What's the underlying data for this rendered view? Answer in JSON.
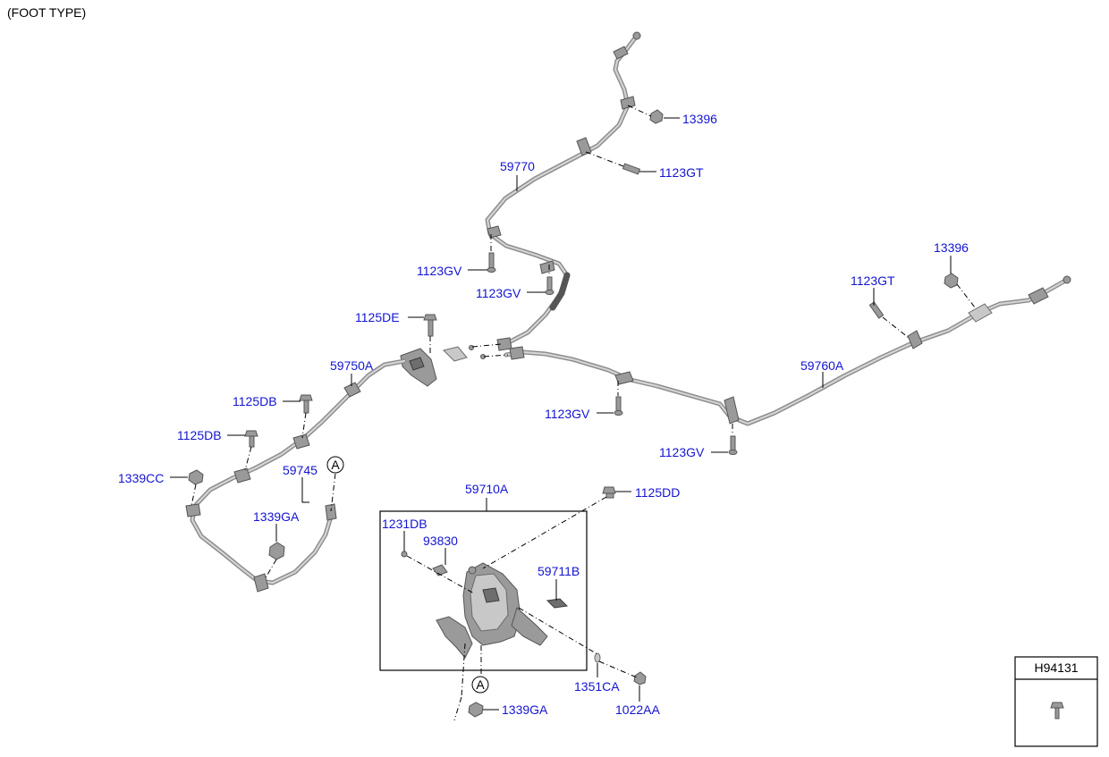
{
  "header": {
    "title": "(FOOT TYPE)"
  },
  "labels": {
    "l13396_top": "13396",
    "l1123gt_top": "1123GT",
    "l59770": "59770",
    "l1123gv_a": "1123GV",
    "l1123gv_b": "1123GV",
    "l1125de": "1125DE",
    "l59750a": "59750A",
    "l1125db_a": "1125DB",
    "l1125db_b": "1125DB",
    "l1339cc": "1339CC",
    "l59745": "59745",
    "l1339ga_left": "1339GA",
    "l13396_right": "13396",
    "l1123gt_right": "1123GT",
    "l59760a": "59760A",
    "l1123gv_c": "1123GV",
    "l1123gv_d": "1123GV",
    "l59710a": "59710A",
    "l1125dd": "1125DD",
    "l1231db": "1231DB",
    "l93830": "93830",
    "l59711b": "59711B",
    "l1351ca": "1351CA",
    "l1022aa": "1022AA",
    "l1339ga_bottom": "1339GA"
  },
  "callouts": {
    "ref_a_top": "A",
    "ref_a_bottom": "A"
  },
  "legend_box": {
    "code": "H94131"
  },
  "colors": {
    "label": "#1414d2",
    "line": "#000000",
    "part": "#9a9a9a"
  }
}
